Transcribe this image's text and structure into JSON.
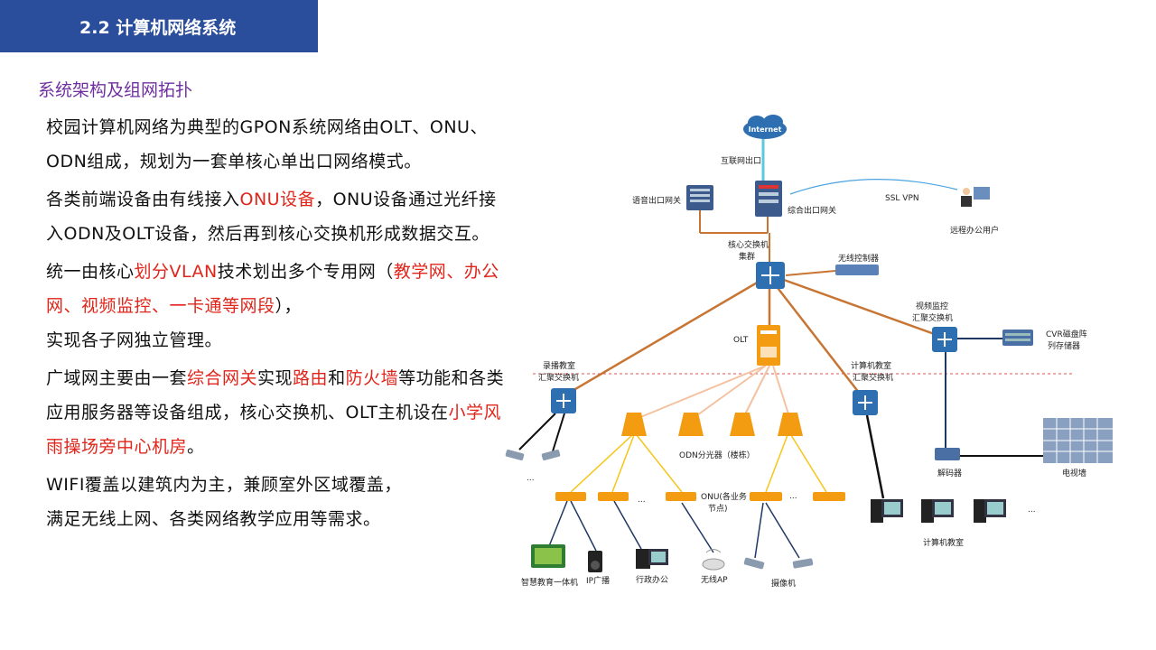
{
  "header": {
    "title": "2.2 计算机网络系统"
  },
  "subtitle": "系统架构及组网拓扑",
  "paragraphs": {
    "p1": {
      "a": "校园计算机网络为典型的GPON系统网络由OLT、ONU、ODN组成，规划为一套单核心单出口网络模式。"
    },
    "p2": {
      "a": "各类前端设备由有线接入",
      "b": "ONU设备",
      "c": "，ONU设备通过光纤接入ODN及OLT设备，然后再到核心交换机形成数据交互。"
    },
    "p3": {
      "a": "统一由核心",
      "b": "划分VLAN",
      "c": "技术划出多个专用网（",
      "d": "教学网、办公网、视频监控、一卡通等网段",
      "e": "），",
      "f": "实现各子网独立管理。"
    },
    "p4": {
      "a": "广域网主要由一套",
      "b": "综合网关",
      "c": "实现",
      "d": "路由",
      "e": "和",
      "f": "防火墙",
      "g": "等功能和各类应用服务器等设备组成，核心交换机、OLT主机设在",
      "h": "小学风雨操场旁中心机房",
      "i": "。"
    },
    "p5": {
      "a": "WIFI覆盖以建筑内为主，兼顾室外区域覆盖，",
      "b": "满足无线上网、各类网络教学应用等需求。"
    }
  },
  "diagram": {
    "internet": "Internet",
    "internet_exit": "互联网出口",
    "voice_gateway": "语音出口网关",
    "integrated_gateway": "综合出口网关",
    "ssl_vpn": "SSL VPN",
    "remote_user": "远程办公用户",
    "core_switch_1": "核心交换机",
    "core_switch_2": "集群",
    "wireless_controller": "无线控制器",
    "olt": "OLT",
    "video_agg_1": "视频监控",
    "video_agg_2": "汇聚交换机",
    "cvr_1": "CVR磁盘阵",
    "cvr_2": "列存储器",
    "rec_agg_1": "录播教室",
    "rec_agg_2": "汇聚交换机",
    "pc_agg_1": "计算机教室",
    "pc_agg_2": "汇聚交换机",
    "odn": "ODN分光器（楼栋）",
    "onu_1": "ONU(各业务",
    "onu_2": "节点)",
    "decoder": "解码器",
    "tv_wall": "电视墙",
    "pc_room": "计算机教室",
    "smart_edu": "智慧教育一体机",
    "ip_broadcast": "IP广播",
    "admin_office": "行政办公",
    "wireless_ap": "无线AP",
    "camera": "摄像机",
    "ellipsis": "..."
  },
  "colors": {
    "header_bg": "#2a4e9b",
    "subtitle": "#7030a0",
    "highlight": "#e0251b",
    "core_link": "#c87533",
    "odn_link": "#f4a460",
    "onu_link": "#f5c518"
  }
}
